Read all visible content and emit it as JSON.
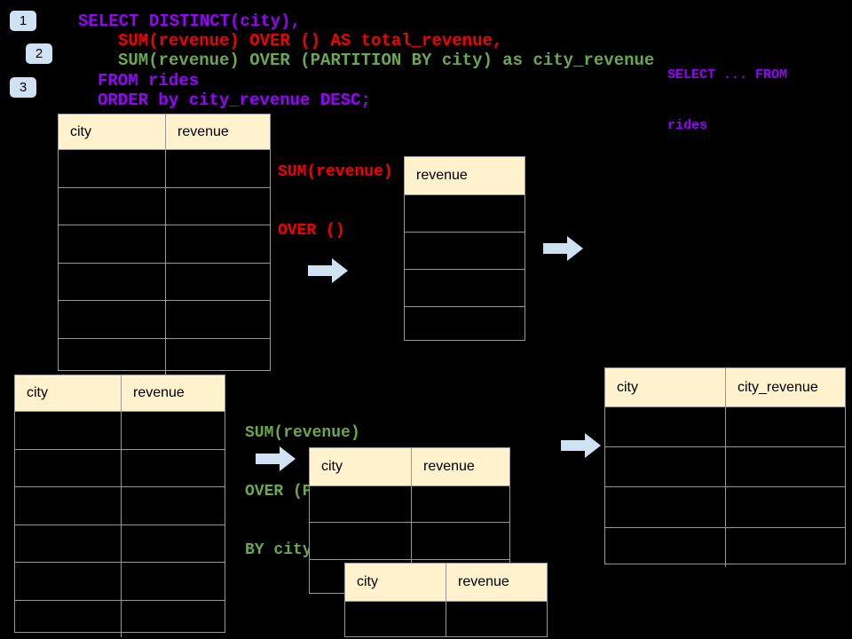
{
  "slide": {
    "step_badges": [
      "1",
      "2",
      "3"
    ],
    "code": {
      "lines": [
        {
          "text": "SELECT DISTINCT(city),",
          "color": "purple"
        },
        {
          "text": "SUM(revenue) OVER () AS total_revenue,",
          "color": "red"
        },
        {
          "text": "SUM(revenue) OVER (PARTITION BY city) as city_revenue",
          "color": "green"
        },
        {
          "text": "FROM rides",
          "color": "purple"
        },
        {
          "text": "ORDER by city_revenue DESC;",
          "color": "purple"
        }
      ]
    },
    "side_note": {
      "line1": "SELECT ... FROM",
      "line2": "rides"
    },
    "annotation_total": {
      "line1": "SUM(revenue)",
      "line2": "OVER ()"
    },
    "annotation_partition": {
      "line1": "SUM(revenue)",
      "line2": "OVER (PARTITION",
      "line3": "BY city)"
    },
    "tables": {
      "source_top": {
        "headers": [
          "city",
          "revenue"
        ],
        "row_count": 6
      },
      "total_revenue": {
        "headers": [
          "revenue"
        ],
        "row_count": 4
      },
      "source_bottom": {
        "headers": [
          "city",
          "revenue"
        ],
        "row_count": 6
      },
      "partition_step": {
        "headers": [
          "city",
          "revenue"
        ],
        "row_count": 3
      },
      "partition_step_overlay": {
        "headers": [
          "city",
          "revenue"
        ],
        "row_count": 1
      },
      "city_revenue_result": {
        "headers": [
          "city",
          "city_revenue"
        ],
        "row_count": 4
      }
    },
    "colors": {
      "background": "#000000",
      "table_header_fill": "#fff2cc",
      "table_border": "#999999",
      "badge_fill": "#cfe2f3",
      "arrow_fill": "#cfe2f3",
      "code_purple": "#9900ff",
      "code_red": "#f50000",
      "code_green": "#6aa84f"
    }
  }
}
